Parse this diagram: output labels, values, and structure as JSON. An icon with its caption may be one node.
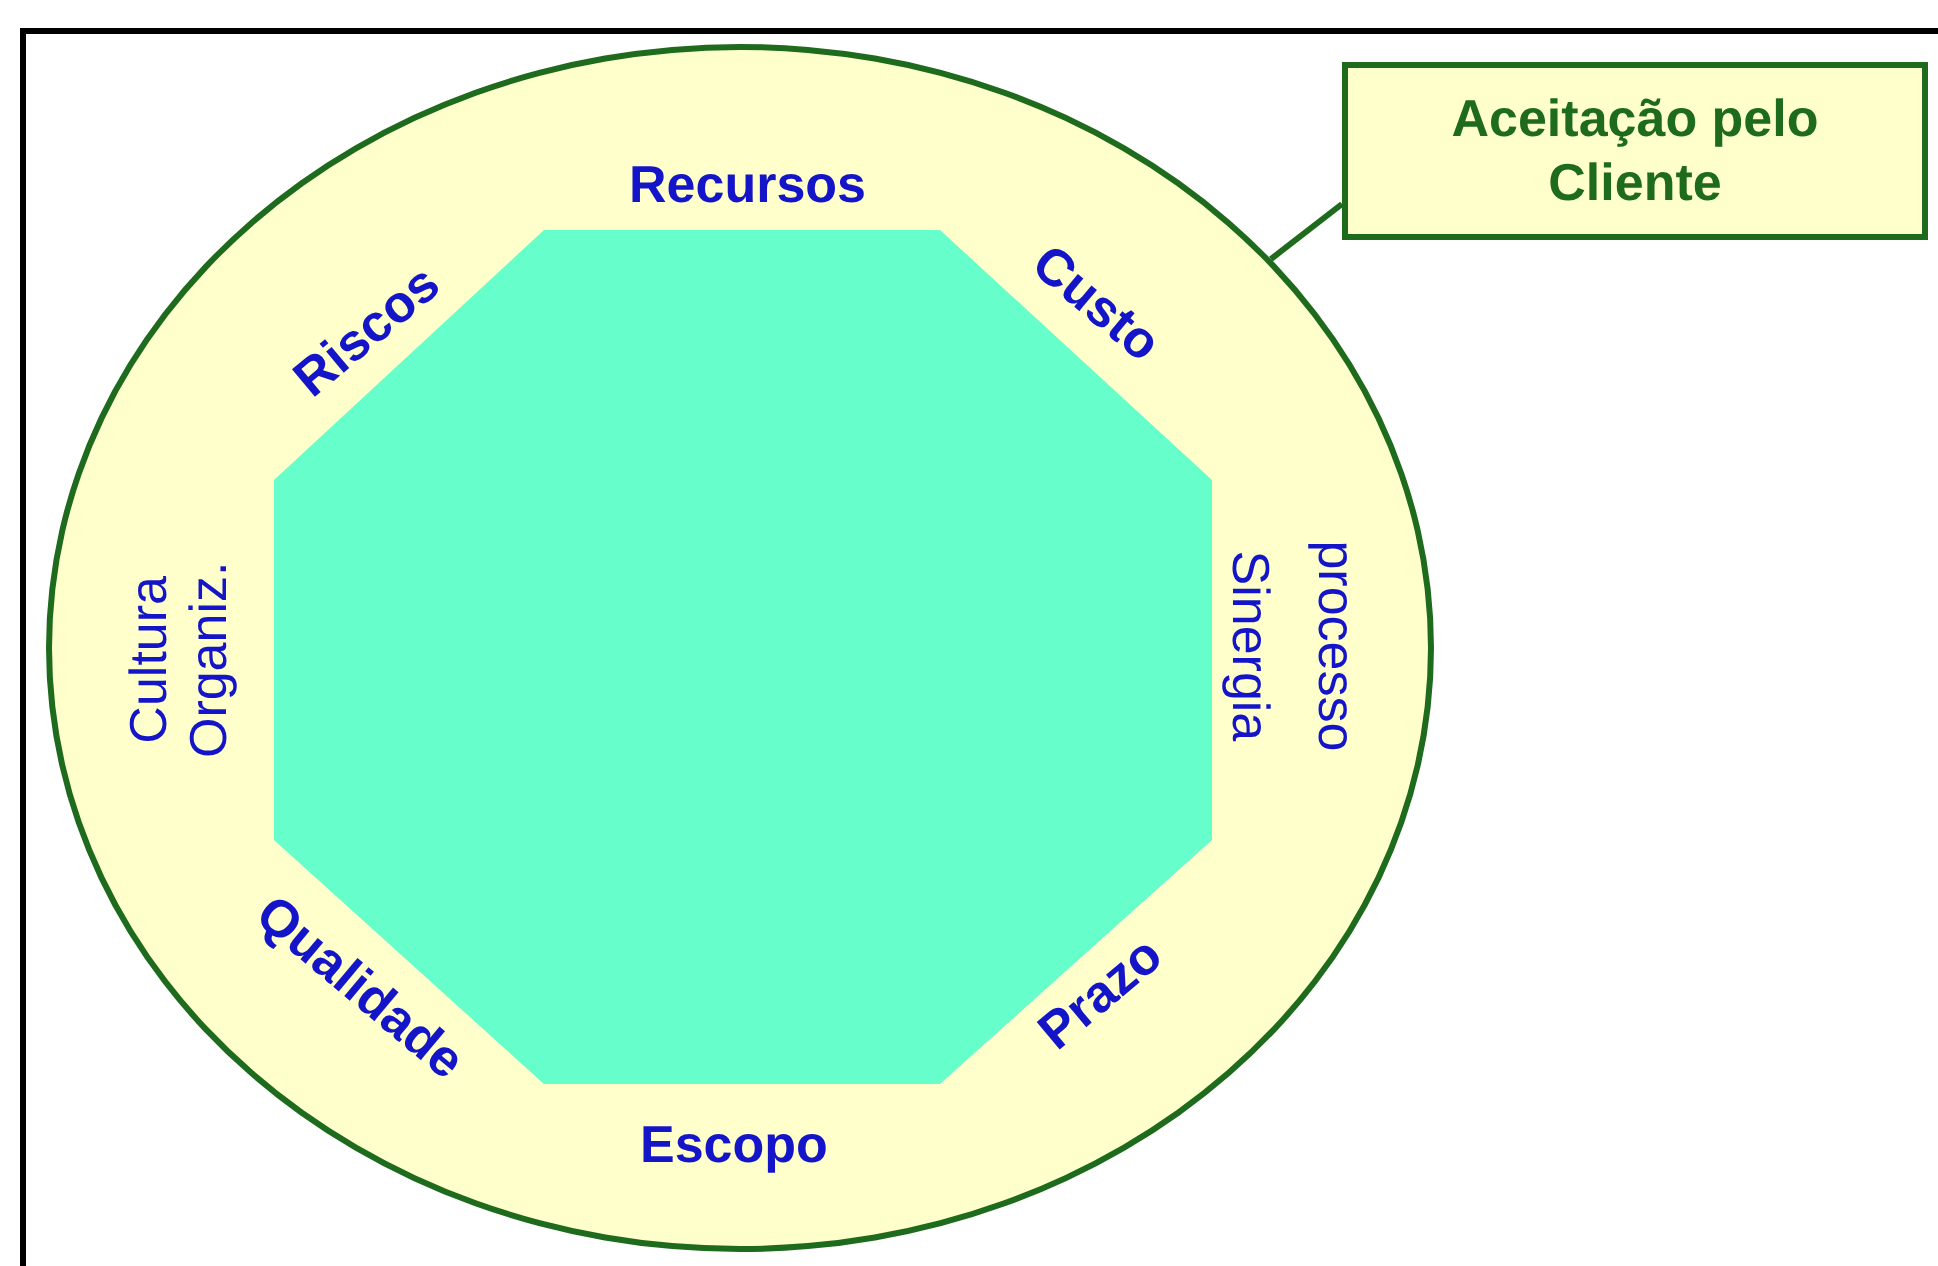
{
  "diagram": {
    "nodes": [
      {
        "text": [
          "Aceitação pelo Cliente"
        ]
      },
      {
        "text": [],
        "shape": "ellipse"
      }
    ],
    "edges": [
      {
        "from": 0,
        "to": 1,
        "arrow": "none"
      }
    ],
    "labels": [
      "Recursos",
      "Riscos",
      "Custo",
      "Cultura Organiz.",
      "Sinergia",
      "processo",
      "Qualidade",
      "Prazo",
      "Escopo"
    ]
  }
}
